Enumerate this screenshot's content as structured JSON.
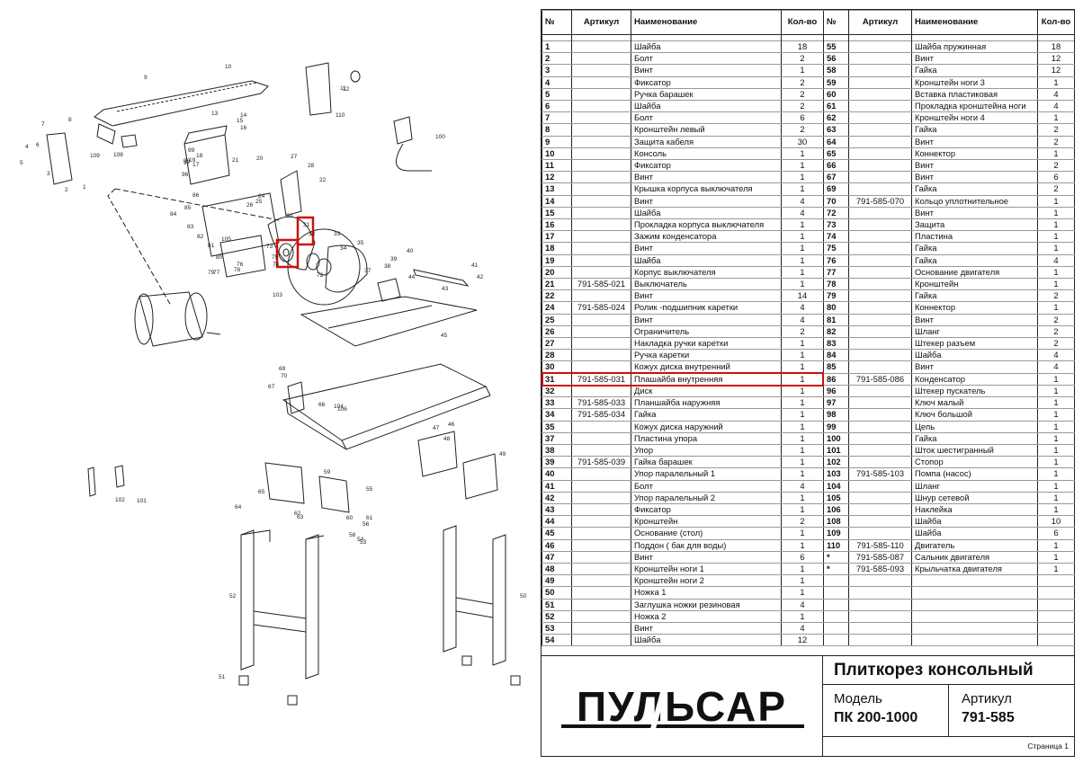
{
  "table": {
    "headers": {
      "num": "№",
      "article": "Артикул",
      "name": "Наименование",
      "qty": "Кол-во"
    },
    "left": [
      [
        "1",
        "",
        "Шайба",
        "18"
      ],
      [
        "2",
        "",
        "Болт",
        "2"
      ],
      [
        "3",
        "",
        "Винт",
        "1"
      ],
      [
        "4",
        "",
        "Фиксатор",
        "2"
      ],
      [
        "5",
        "",
        "Ручка барашек",
        "2"
      ],
      [
        "6",
        "",
        "Шайба",
        "2"
      ],
      [
        "7",
        "",
        "Болт",
        "6"
      ],
      [
        "8",
        "",
        "Кронштейн левый",
        "2"
      ],
      [
        "9",
        "",
        "Защита кабеля",
        "30"
      ],
      [
        "10",
        "",
        "Консоль",
        "1"
      ],
      [
        "11",
        "",
        "Фиксатор",
        "1"
      ],
      [
        "12",
        "",
        "Винт",
        "1"
      ],
      [
        "13",
        "",
        "Крышка корпуса выключателя",
        "1"
      ],
      [
        "14",
        "",
        "Винт",
        "4"
      ],
      [
        "15",
        "",
        "Шайба",
        "4"
      ],
      [
        "16",
        "",
        "Прокладка корпуса выключателя",
        "1"
      ],
      [
        "17",
        "",
        "Зажим конденсатора",
        "1"
      ],
      [
        "18",
        "",
        "Винт",
        "1"
      ],
      [
        "19",
        "",
        "Шайба",
        "1"
      ],
      [
        "20",
        "",
        "Корпус выключателя",
        "1"
      ],
      [
        "21",
        "791-585-021",
        "Выключатель",
        "1"
      ],
      [
        "22",
        "",
        "Винт",
        "14"
      ],
      [
        "24",
        "791-585-024",
        "Ролик -подшипник каретки",
        "4"
      ],
      [
        "25",
        "",
        "Винт",
        "4"
      ],
      [
        "26",
        "",
        "Ограничитель",
        "2"
      ],
      [
        "27",
        "",
        "Накладка ручки каретки",
        "1"
      ],
      [
        "28",
        "",
        "Ручка каретки",
        "1"
      ],
      [
        "30",
        "",
        "Кожух диска внутренний",
        "1"
      ],
      [
        "31",
        "791-585-031",
        "Плашайба внутренняя",
        "1"
      ],
      [
        "32",
        "",
        "Диск",
        "1"
      ],
      [
        "33",
        "791-585-033",
        "Планшайба наружняя",
        "1"
      ],
      [
        "34",
        "791-585-034",
        "Гайка",
        "1"
      ],
      [
        "35",
        "",
        "Кожух диска наружний",
        "1"
      ],
      [
        "37",
        "",
        "Пластина упора",
        "1"
      ],
      [
        "38",
        "",
        "Упор",
        "1"
      ],
      [
        "39",
        "791-585-039",
        "Гайка барашек",
        "1"
      ],
      [
        "40",
        "",
        "Упор паралельный  1",
        "1"
      ],
      [
        "41",
        "",
        "Болт",
        "4"
      ],
      [
        "42",
        "",
        "Упор паралельный  2",
        "1"
      ],
      [
        "43",
        "",
        "Фиксатор",
        "1"
      ],
      [
        "44",
        "",
        "Кронштейн",
        "2"
      ],
      [
        "45",
        "",
        "Основание (стол)",
        "1"
      ],
      [
        "46",
        "",
        "Поддон ( бак для воды)",
        "1"
      ],
      [
        "47",
        "",
        "Винт",
        "6"
      ],
      [
        "48",
        "",
        "Кронштейн ноги 1",
        "1"
      ],
      [
        "49",
        "",
        "Кронштейн ноги 2",
        "1"
      ],
      [
        "50",
        "",
        "Ножка 1",
        "1"
      ],
      [
        "51",
        "",
        "Заглушка ножки резиновая",
        "4"
      ],
      [
        "52",
        "",
        "Ножка 2",
        "1"
      ],
      [
        "53",
        "",
        "Винт",
        "4"
      ],
      [
        "54",
        "",
        "Шайба",
        "12"
      ]
    ],
    "right": [
      [
        "55",
        "",
        "Шайба пружинная",
        "18"
      ],
      [
        "56",
        "",
        "Винт",
        "12"
      ],
      [
        "58",
        "",
        "Гайка",
        "12"
      ],
      [
        "59",
        "",
        "Кронштейн ноги 3",
        "1"
      ],
      [
        "60",
        "",
        "Вставка пластиковая",
        "4"
      ],
      [
        "61",
        "",
        "Прокладка кронштейна ноги",
        "4"
      ],
      [
        "62",
        "",
        "Кронштейн ноги 4",
        "1"
      ],
      [
        "63",
        "",
        "Гайка",
        "2"
      ],
      [
        "64",
        "",
        "Винт",
        "2"
      ],
      [
        "65",
        "",
        "Коннектор",
        "1"
      ],
      [
        "66",
        "",
        "Винт",
        "2"
      ],
      [
        "67",
        "",
        "Винт",
        "6"
      ],
      [
        "69",
        "",
        "Гайка",
        "2"
      ],
      [
        "70",
        "791-585-070",
        "Кольцо уплотнительное",
        "1"
      ],
      [
        "72",
        "",
        "Винт",
        "1"
      ],
      [
        "73",
        "",
        "Защита",
        "1"
      ],
      [
        "74",
        "",
        "Пластина",
        "1"
      ],
      [
        "75",
        "",
        "Гайка",
        "1"
      ],
      [
        "76",
        "",
        "Гайка",
        "4"
      ],
      [
        "77",
        "",
        "Основание двигателя",
        "1"
      ],
      [
        "78",
        "",
        "Кронштейн",
        "1"
      ],
      [
        "79",
        "",
        "Гайка",
        "2"
      ],
      [
        "80",
        "",
        "Коннектор",
        "1"
      ],
      [
        "81",
        "",
        "Винт",
        "2"
      ],
      [
        "82",
        "",
        "Шланг",
        "2"
      ],
      [
        "83",
        "",
        "Штекер разъем",
        "2"
      ],
      [
        "84",
        "",
        "Шайба",
        "4"
      ],
      [
        "85",
        "",
        "Винт",
        "4"
      ],
      [
        "86",
        "791-585-086",
        "Конденсатор",
        "1"
      ],
      [
        "96",
        "",
        "Штекер пускатель",
        "1"
      ],
      [
        "97",
        "",
        "Ключ малый",
        "1"
      ],
      [
        "98",
        "",
        "Ключ большой",
        "1"
      ],
      [
        "99",
        "",
        "Цепь",
        "1"
      ],
      [
        "100",
        "",
        "Гайка",
        "1"
      ],
      [
        "101",
        "",
        "Шток шестигранный",
        "1"
      ],
      [
        "102",
        "",
        "Стопор",
        "1"
      ],
      [
        "103",
        "791-585-103",
        "Помпа (насос)",
        "1"
      ],
      [
        "104",
        "",
        "Шланг",
        "1"
      ],
      [
        "105",
        "",
        "Шнур сетевой",
        "1"
      ],
      [
        "106",
        "",
        "Наклейка",
        "1"
      ],
      [
        "108",
        "",
        "Шайба",
        "10"
      ],
      [
        "109",
        "",
        "Шайба",
        "6"
      ],
      [
        "110",
        "791-585-110",
        "Двигатель",
        "1"
      ],
      [
        "*",
        "791-585-087",
        "Сальник двигателя",
        "1"
      ],
      [
        "*",
        "791-585-093",
        "Крыльчатка двигателя",
        "1"
      ]
    ]
  },
  "brand": {
    "logo_text": "ПУЛЬСАР"
  },
  "title_block": {
    "title": "Плиткорез консольный",
    "model_label": "Модель",
    "model_value": "ПК 200-1000",
    "article_label": "Артикул",
    "article_value": "791-585",
    "page": "Страница 1"
  },
  "highlight": {
    "color": "#cc1111",
    "part_number": "31"
  },
  "diagram": {
    "callouts": [
      "1",
      "2",
      "3",
      "4",
      "5",
      "6",
      "7",
      "8",
      "9",
      "10",
      "11",
      "12",
      "13",
      "14",
      "15",
      "16",
      "17",
      "18",
      "19",
      "20",
      "21",
      "22",
      "24",
      "25",
      "26",
      "27",
      "28",
      "30",
      "31",
      "32",
      "33",
      "34",
      "35",
      "37",
      "38",
      "39",
      "40",
      "41",
      "42",
      "43",
      "44",
      "45",
      "46",
      "47",
      "48",
      "49",
      "50",
      "51",
      "52",
      "53",
      "54",
      "55",
      "56",
      "58",
      "59",
      "60",
      "61",
      "62",
      "63",
      "64",
      "65",
      "66",
      "67",
      "69",
      "70",
      "72",
      "73",
      "74",
      "75",
      "76",
      "77",
      "78",
      "79",
      "80",
      "81",
      "82",
      "83",
      "84",
      "85",
      "86",
      "96",
      "97",
      "98",
      "99",
      "100",
      "101",
      "102",
      "103",
      "104",
      "105",
      "106",
      "108",
      "109",
      "110"
    ]
  }
}
